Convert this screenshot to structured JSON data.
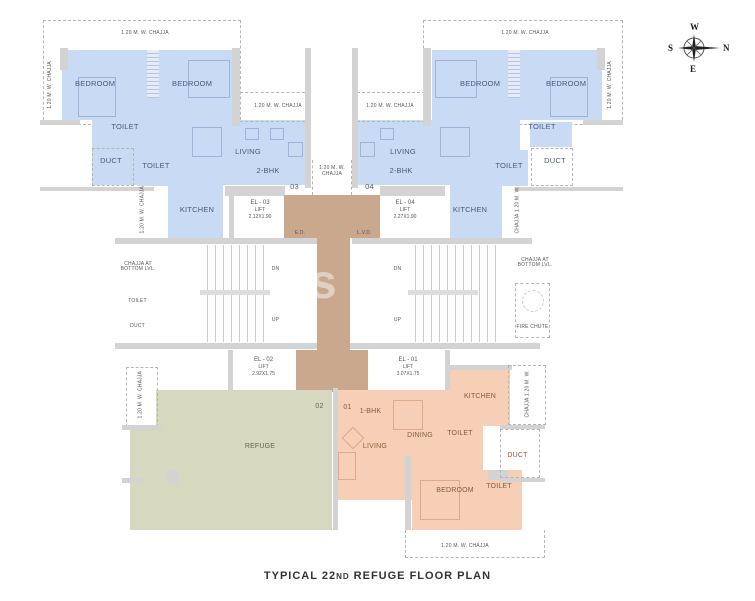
{
  "title": {
    "prefix": "TYPICAL  22",
    "ordinal": "ND",
    "suffix": " REFUGE  FLOOR PLAN"
  },
  "compass": {
    "n": "N",
    "s": "S",
    "e": "E",
    "w": "W"
  },
  "chajja": {
    "top_left": "1.20 M. W. CHAJJA",
    "top_left_side": "1.20 M. W. CHAJJA",
    "left_mid": "1.20 M. W. CHAJJA",
    "center_top": "1.20 M. W. CHAJJA",
    "right_mid": "1.20 M. W. CHAJJA",
    "top_right": "1.20 M. W. CHAJJA",
    "top_right_side": "1.20 M. W. CHAJJA",
    "kitchen_left": "1.20 M. W. CHAJJA",
    "kitchen_right": "CHAJJA 1.20 M. W.",
    "refuge_side": "1.20 M. W. CHAJJA",
    "unit01_side": "CHAJJA 1.20 M. W.",
    "bottom": "1.20 M. W. CHAJJA"
  },
  "unit03": {
    "number": "03",
    "type": "2-BHK",
    "rooms": {
      "bedroom1": "BEDROOM",
      "bedroom2": "BEDROOM",
      "toilet1": "TOILET",
      "toilet2": "TOILET",
      "duct": "DUCT",
      "living": "LIVING",
      "kitchen": "KITCHEN"
    }
  },
  "unit04": {
    "number": "04",
    "type": "2-BHK",
    "rooms": {
      "bedroom1": "BEDROOM",
      "bedroom2": "BEDROOM",
      "toilet1": "TOILET",
      "toilet2": "TOILET",
      "duct": "DUCT",
      "living": "LIVING",
      "kitchen": "KITCHEN"
    }
  },
  "unit01": {
    "number": "01",
    "type": "1-BHK",
    "rooms": {
      "kitchen": "KITCHEN",
      "dining": "DINING",
      "toilet1": "TOILET",
      "living": "LIVING",
      "duct": "DUCT",
      "bedroom": "BEDROOM",
      "toilet2": "TOILET"
    }
  },
  "unit02": {
    "number": "02",
    "label": "REFUGE"
  },
  "lifts": {
    "el03": {
      "name": "EL - 03",
      "type": "LIFT",
      "size": "2.12X1.90"
    },
    "el04": {
      "name": "EL - 04",
      "type": "LIFT",
      "size": "2.27X1.90"
    },
    "el02": {
      "name": "EL - 02",
      "type": "LIFT",
      "size": "2.92X1.75"
    },
    "el01": {
      "name": "EL - 01",
      "type": "LIFT",
      "size": "3.07X1.75"
    }
  },
  "lobby": {
    "ed": "E.D.",
    "lvd": "L.V.D."
  },
  "core_left": {
    "chajja": "CHAJJA AT BOTTOM LVL.",
    "toilet": "TOILET",
    "duct": "DUCT",
    "dn": "DN",
    "up": "UP"
  },
  "core_right": {
    "chajja": "CHAJJA AT BOTTOM LVL.",
    "fire_chute": "FIRE CHUTE",
    "dn": "DN",
    "up": "UP"
  },
  "colors": {
    "two_bhk": "#c9daf4",
    "one_bhk": "#f6cfb6",
    "refuge": "#d6d8bf",
    "lobby": "#c9a88e",
    "wall": "#d3d3d3"
  }
}
